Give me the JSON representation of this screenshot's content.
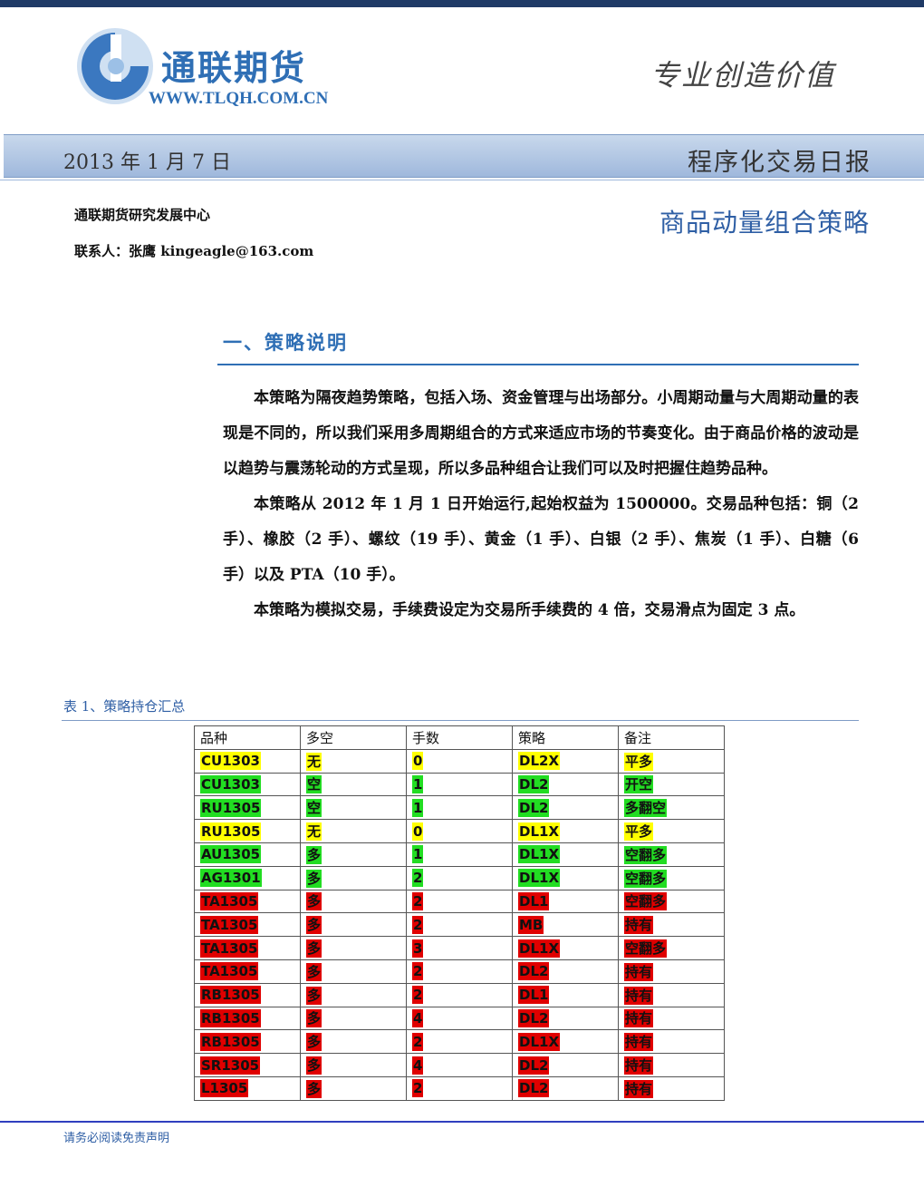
{
  "header": {
    "logo_name": "通联期货",
    "logo_url": "WWW.TLQH.COM.CN",
    "slogan": "专业创造价值"
  },
  "banner": {
    "date": "2013 年 1 月 7 日",
    "title": "程序化交易日报"
  },
  "meta": {
    "department": "通联期货研究发展中心",
    "contact": "联系人：张鹰 kingeagle@163.com",
    "strategy_title": "商品动量组合策略"
  },
  "section": {
    "heading": "一、策略说明",
    "paragraphs": [
      "本策略为隔夜趋势策略，包括入场、资金管理与出场部分。小周期动量与大周期动量的表现是不同的，所以我们采用多周期组合的方式来适应市场的节奏变化。由于商品价格的波动是以趋势与震荡轮动的方式呈现，所以多品种组合让我们可以及时把握住趋势品种。",
      "本策略从 2012 年 1 月 1 日开始运行,起始权益为 1500000。交易品种包括：铜（2 手）、橡胶（2 手）、螺纹（19 手）、黄金（1 手）、白银（2 手）、焦炭（1 手）、白糖（6 手）以及 PTA（10 手）。",
      "本策略为模拟交易，手续费设定为交易所手续费的 4 倍，交易滑点为固定 3 点。"
    ]
  },
  "table": {
    "caption": "表 1、策略持仓汇总",
    "headers": [
      "品种",
      "多空",
      "手数",
      "策略",
      "备注"
    ],
    "rows": [
      {
        "cells": [
          "CU1303",
          "无",
          "0",
          "DL2X",
          "平多"
        ],
        "color": "yellow"
      },
      {
        "cells": [
          "CU1303",
          "空",
          "1",
          "DL2",
          "开空"
        ],
        "color": "green"
      },
      {
        "cells": [
          "RU1305",
          "空",
          "1",
          "DL2",
          "多翻空"
        ],
        "color": "green"
      },
      {
        "cells": [
          "RU1305",
          "无",
          "0",
          "DL1X",
          "平多"
        ],
        "color": "yellow"
      },
      {
        "cells": [
          "AU1305",
          "多",
          "1",
          "DL1X",
          "空翻多"
        ],
        "color": "green"
      },
      {
        "cells": [
          "AG1301",
          "多",
          "2",
          "DL1X",
          "空翻多"
        ],
        "color": "green"
      },
      {
        "cells": [
          "TA1305",
          "多",
          "2",
          "DL1",
          "空翻多"
        ],
        "color": "red"
      },
      {
        "cells": [
          "TA1305",
          "多",
          "2",
          "MB",
          "持有"
        ],
        "color": "red"
      },
      {
        "cells": [
          "TA1305",
          "多",
          "3",
          "DL1X",
          "空翻多"
        ],
        "color": "red"
      },
      {
        "cells": [
          "TA1305",
          "多",
          "2",
          "DL2",
          "持有"
        ],
        "color": "red"
      },
      {
        "cells": [
          "RB1305",
          "多",
          "2",
          "DL1",
          "持有"
        ],
        "color": "red"
      },
      {
        "cells": [
          "RB1305",
          "多",
          "4",
          "DL2",
          "持有"
        ],
        "color": "red"
      },
      {
        "cells": [
          "RB1305",
          "多",
          "2",
          "DL1X",
          "持有"
        ],
        "color": "red"
      },
      {
        "cells": [
          "SR1305",
          "多",
          "4",
          "DL2",
          "持有"
        ],
        "color": "red"
      },
      {
        "cells": [
          "L1305",
          "多",
          "2",
          "DL2",
          "持有"
        ],
        "color": "red"
      }
    ]
  },
  "footer": {
    "disclaimer": "请务必阅读免责声明"
  },
  "colors": {
    "brand_blue": "#2f6fb5",
    "highlight_yellow": "#ffff00",
    "highlight_green": "#22dd22",
    "highlight_red": "#e00000"
  }
}
